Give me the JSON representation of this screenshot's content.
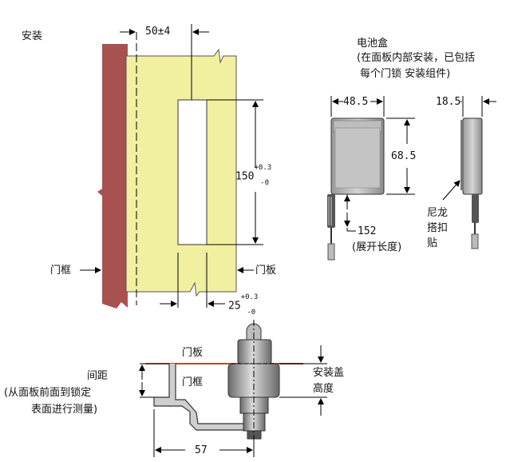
{
  "install": {
    "title": "安装"
  },
  "panel_dim": {
    "text": "50±4"
  },
  "slot_dim": {
    "base": "150",
    "upper": "+0.3",
    "lower": "-0"
  },
  "width_dim": {
    "base": "25",
    "upper": "+0.3",
    "lower": "-0"
  },
  "labels": {
    "door_frame": "门框",
    "door_panel": "门板"
  },
  "battery": {
    "title": "电池盒",
    "note_line1": "(在面板内部安装，已包括",
    "note_line2": "每个门锁 安装组件)",
    "width": "48.5",
    "height": "68.5",
    "depth": "18.5",
    "cable_length": "152",
    "cable_note": "(展开长度)",
    "velcro_line1": "尼龙",
    "velcro_line2": "搭扣",
    "velcro_line3": "贴"
  },
  "bottom": {
    "panel": "门板",
    "frame": "门框",
    "gap_line1": "间距",
    "gap_line2": "(从面板前面到锁定",
    "gap_line3": "表面进行测量)",
    "cap_line1": "安装盖",
    "cap_line2": "高度",
    "dim57": "57"
  },
  "colors": {
    "frame": "#a85151",
    "panel": "#f0f0a0",
    "panel_stroke": "#555555",
    "box": "#c8c8c8",
    "box_dark": "#8a8a8a",
    "door_line": "#b05030"
  }
}
